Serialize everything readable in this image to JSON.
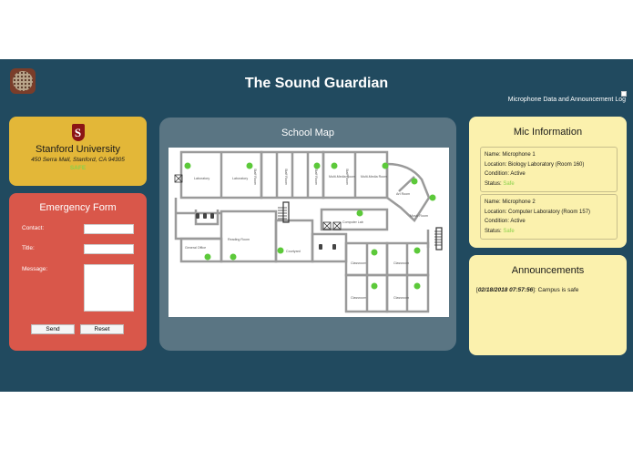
{
  "header": {
    "title": "The Sound Guardian",
    "log_link": "Microphone Data and Announcement Log",
    "logo_icon": "microphone-speaker-icon"
  },
  "school": {
    "logo_letter": "S",
    "name": "Stanford University",
    "address": "450 Serra Mall, Stanford, CA 94305",
    "status": "SAFE"
  },
  "emergency_form": {
    "title": "Emergency Form",
    "contact_label": "Contact:",
    "title_label": "Title:",
    "message_label": "Message:",
    "contact_value": "",
    "title_value": "",
    "message_value": "",
    "send_label": "Send",
    "reset_label": "Reset"
  },
  "map": {
    "title": "School Map",
    "rooms": {
      "lab1": "Laboratory",
      "lab2": "Laboratory",
      "staff1": "Staff Room",
      "staff2": "Staff Room",
      "staff3": "Staff Room",
      "staff4": "Staff Room",
      "mm1": "Multi-Media Room",
      "mm2": "Multi-Media Room",
      "art": "Art Room",
      "music": "Music Room",
      "computer": "Computer Lab",
      "office": "General Office",
      "reading": "Reading Room",
      "courtyard": "Courtyard",
      "class1": "Classroom",
      "class2": "Classroom",
      "class3": "Classroom",
      "class4": "Classroom"
    },
    "mic_color": "#5cc93a"
  },
  "mic_info": {
    "title": "Mic Information",
    "microphones": [
      {
        "name": "Name: Microphone 1",
        "location": "Location: Biology Laboratory (Room 160)",
        "condition": "Condition: Active",
        "status_label": "Status: ",
        "status": "Safe"
      },
      {
        "name": "Name: Microphone 2",
        "location": "Location: Computer Laboratory (Room 157)",
        "condition": "Condition: Active",
        "status_label": "Status: ",
        "status": "Safe"
      }
    ]
  },
  "announcements": {
    "title": "Announcements",
    "items": [
      {
        "timestamp": "02/18/2018 07:57:56",
        "text": "Campus is safe"
      }
    ]
  },
  "colors": {
    "background": "#214a5f",
    "school_card": "#e3b738",
    "emergency": "#d9574a",
    "map_panel": "#5a7583",
    "info_panels": "#fbf1ad",
    "safe": "#8bd14a"
  }
}
